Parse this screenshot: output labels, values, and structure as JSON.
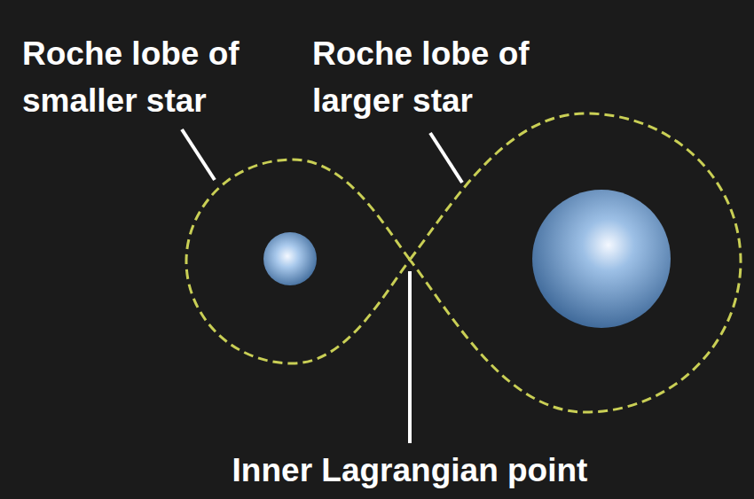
{
  "diagram": {
    "labels": [
      "Roche lobe of smaller star",
      "Roche lobe of larger star",
      "Inner Lagrangian point"
    ]
  }
}
